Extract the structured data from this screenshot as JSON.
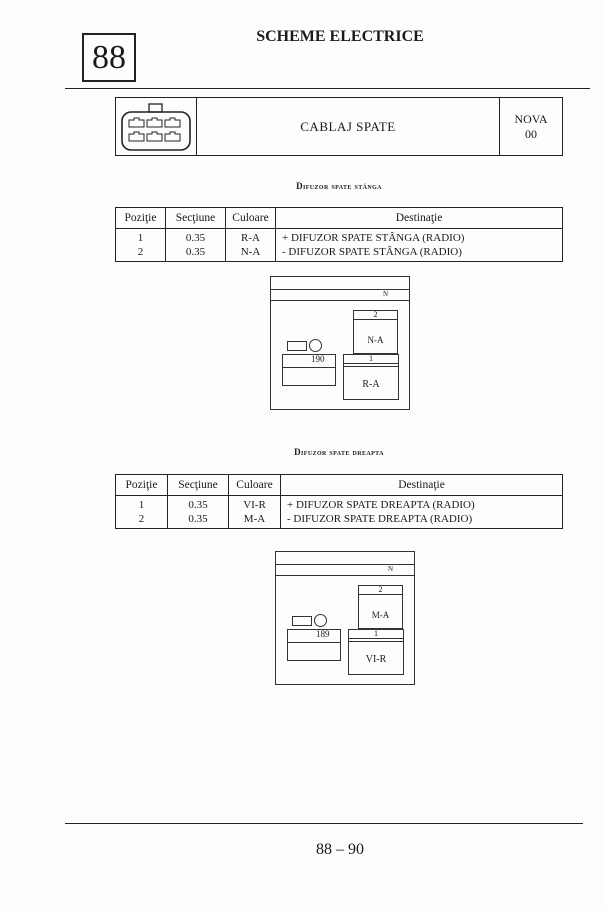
{
  "chapter": "88",
  "title": "SCHEME ELECTRICE",
  "header": {
    "connector_icon": "8-pin-connector-icon",
    "name": "CABLAJ SPATE",
    "code_line1": "NOVA",
    "code_line2": "00"
  },
  "columns": [
    "Poziţie",
    "Secţiune",
    "Culoare",
    "Destinaţie"
  ],
  "sections": [
    {
      "heading": "Difuzor spate stânga",
      "rows": [
        {
          "pos": "1",
          "sec": "0.35",
          "col": "R-A",
          "dest": "+ DIFUZOR SPATE STÂNGA (RADIO)"
        },
        {
          "pos": "2",
          "sec": "0.35",
          "col": "N-A",
          "dest": "- DIFUZOR SPATE STÂNGA (RADIO)"
        }
      ],
      "diagram": {
        "n": "N",
        "num": "190",
        "top_pin": "2",
        "top_color": "N-A",
        "bottom_pin": "1",
        "bottom_color": "R-A"
      }
    },
    {
      "heading": "Difuzor spate dreapta",
      "rows": [
        {
          "pos": "1",
          "sec": "0.35",
          "col": "VI-R",
          "dest": "+ DIFUZOR SPATE DREAPTA (RADIO)"
        },
        {
          "pos": "2",
          "sec": "0.35",
          "col": "M-A",
          "dest": "- DIFUZOR SPATE DREAPTA (RADIO)"
        }
      ],
      "diagram": {
        "n": "N",
        "num": "189",
        "top_pin": "2",
        "top_color": "M-A",
        "bottom_pin": "1",
        "bottom_color": "VI-R"
      }
    }
  ],
  "footer": {
    "page": "88 – 90"
  }
}
